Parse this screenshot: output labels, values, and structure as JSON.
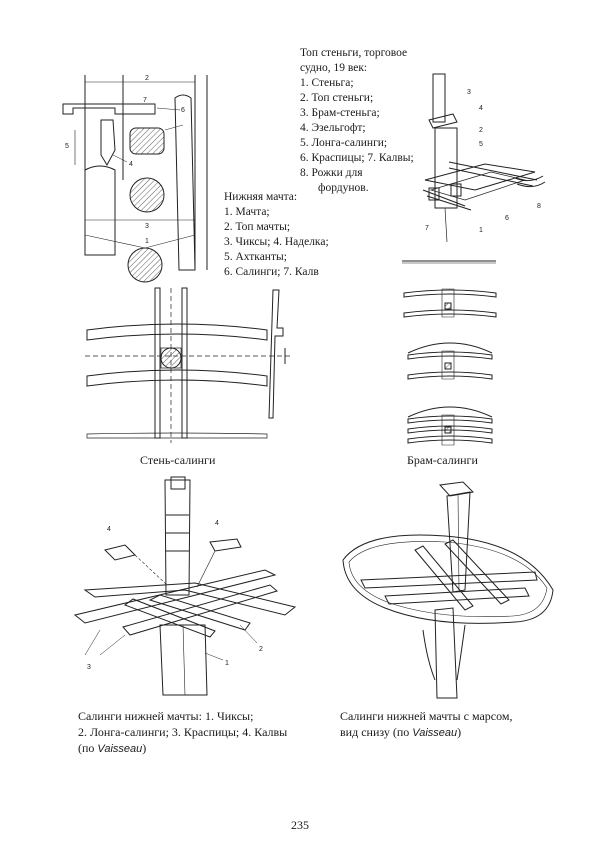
{
  "topmast_legend": {
    "title_line1": "Топ стеньги, торговое",
    "title_line2": "судно, 19 век:",
    "items": [
      "1. Стеньга;",
      "2. Топ стеньги;",
      "3. Брам-стеньга;",
      "4. Эзельгофт;",
      "5. Лонга-салинги;",
      "6. Краспицы; 7. Калвы;",
      "8. Рожки для",
      "фордунов."
    ]
  },
  "lowermast_legend": {
    "title": "Нижняя мачта:",
    "items": [
      "1. Мачта;",
      "2. Топ мачты;",
      "3. Чиксы; 4. Наделка;",
      "5. Ахтканты;",
      "6. Салинги; 7. Калв"
    ]
  },
  "captions": {
    "topmast_trestle": "Стень-салинги",
    "topgallant_trestle": "Брам-салинги",
    "lower_trestle_line1": "Салинги нижней мачты: 1. Чиксы;",
    "lower_trestle_line2": "2. Лонга-салинги; 3. Краспицы; 4. Калвы",
    "lower_trestle_line3_prefix": "(по ",
    "lower_trestle_line3_source": "Vaisseau",
    "lower_trestle_line3_suffix": ")",
    "top_from_below_line1": "Салинги нижней мачты с марсом,",
    "top_from_below_line2_prefix": "вид снизу (по ",
    "top_from_below_line2_source": "Vaisseau",
    "top_from_below_line2_suffix": ")"
  },
  "figure_labels": {
    "lowermast": [
      "2",
      "7",
      "6",
      "5",
      "4",
      "3",
      "1"
    ],
    "topmast": [
      "3",
      "4",
      "2",
      "5",
      "6",
      "7",
      "1",
      "8"
    ],
    "lower_trestle": [
      "4",
      "4",
      "3",
      "2",
      "1"
    ]
  },
  "page_number": "235"
}
